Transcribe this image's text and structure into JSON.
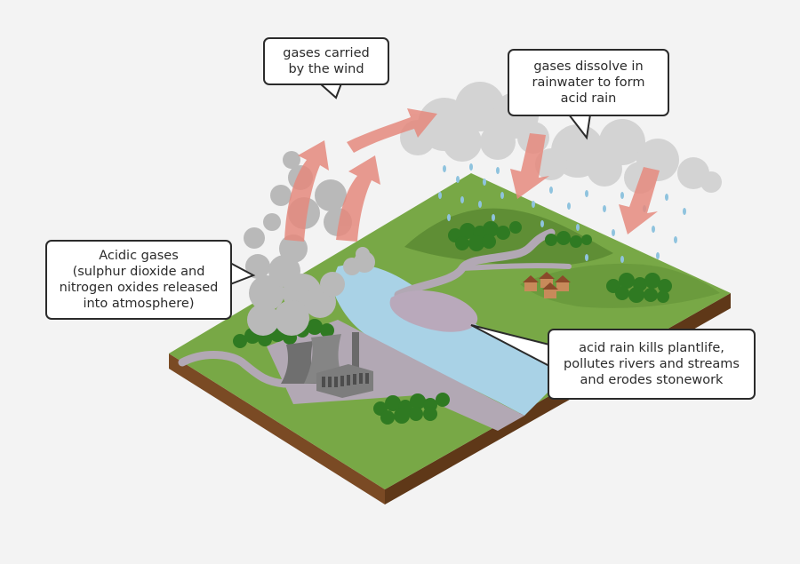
{
  "callouts": {
    "wind": {
      "lines": [
        "gases carried",
        "by the wind"
      ]
    },
    "dissolve": {
      "lines": [
        "gases dissolve in",
        "rainwater to form",
        "acid rain"
      ]
    },
    "acidic": {
      "lines": [
        "Acidic gases",
        "(sulphur dioxide and",
        "nitrogen oxides released",
        "into atmosphere)"
      ]
    },
    "effects": {
      "lines": [
        "acid rain kills plantlife,",
        "pollutes rivers and streams",
        "and erodes stonework"
      ]
    }
  },
  "colors": {
    "background": "#f3f3f3",
    "grass": "#78a846",
    "grass_dark": "#5f8e35",
    "soil": "#7a4a24",
    "river": "#a9d2e6",
    "road": "#b2a8b4",
    "smoke": "#b9b9b9",
    "cloud": "#d3d3d3",
    "arrow": "#e58a7e",
    "rain": "#8fc3de",
    "tree": "#2f7a22",
    "trunk": "#6b3b1e",
    "factory": "#7d7d7d",
    "callout_border": "#2b2b2b"
  }
}
